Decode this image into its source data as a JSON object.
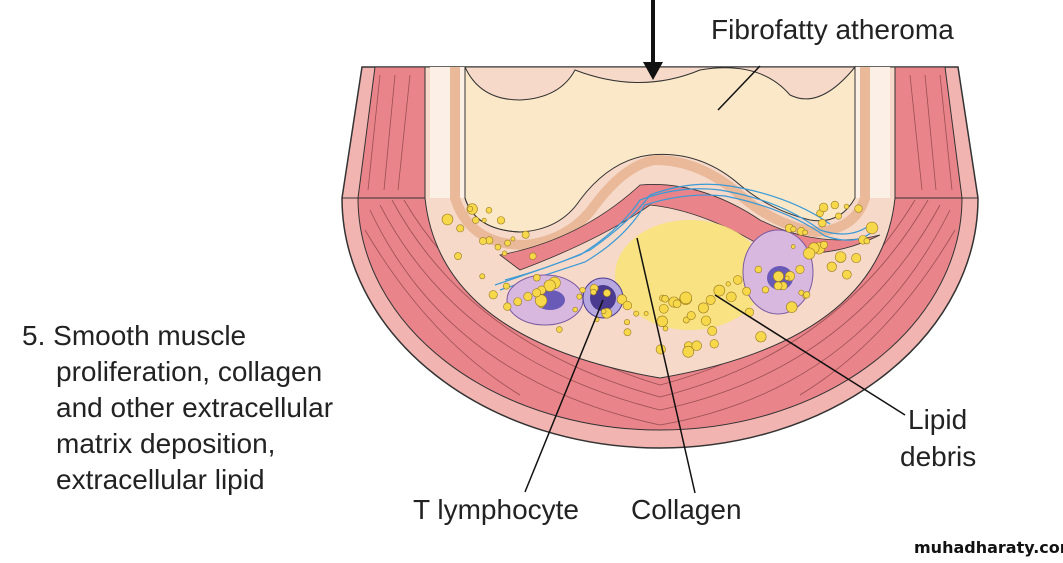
{
  "labels": {
    "fibrofatty": "Fibrofatty atheroma",
    "lipid_line1": "Lipid",
    "lipid_line2": "debris",
    "t_lymphocyte": "T lymphocyte",
    "collagen": "Collagen"
  },
  "caption": {
    "number": "5.",
    "lines": [
      "Smooth muscle",
      "proliferation, collagen",
      "and other extracellular",
      "matrix deposition,",
      "extracellular lipid"
    ]
  },
  "watermark": "muhadharaty.com",
  "colors": {
    "media": "#e8848a",
    "adventitia": "#f2b4b0",
    "intima": "#f6d9c8",
    "lumen": "#fbe8c8",
    "lipid": "#f9e27a",
    "collagen": "#3a9ad6",
    "cell": "#8a7ac8"
  }
}
